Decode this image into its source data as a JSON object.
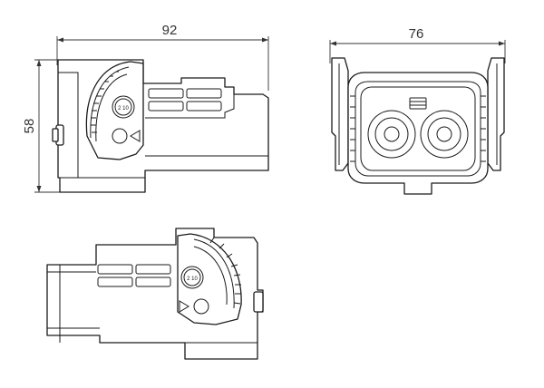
{
  "dimensions": {
    "side_view_width": "92",
    "side_view_height": "58",
    "front_view_width": "76"
  },
  "dial_marking": "2 10"
}
